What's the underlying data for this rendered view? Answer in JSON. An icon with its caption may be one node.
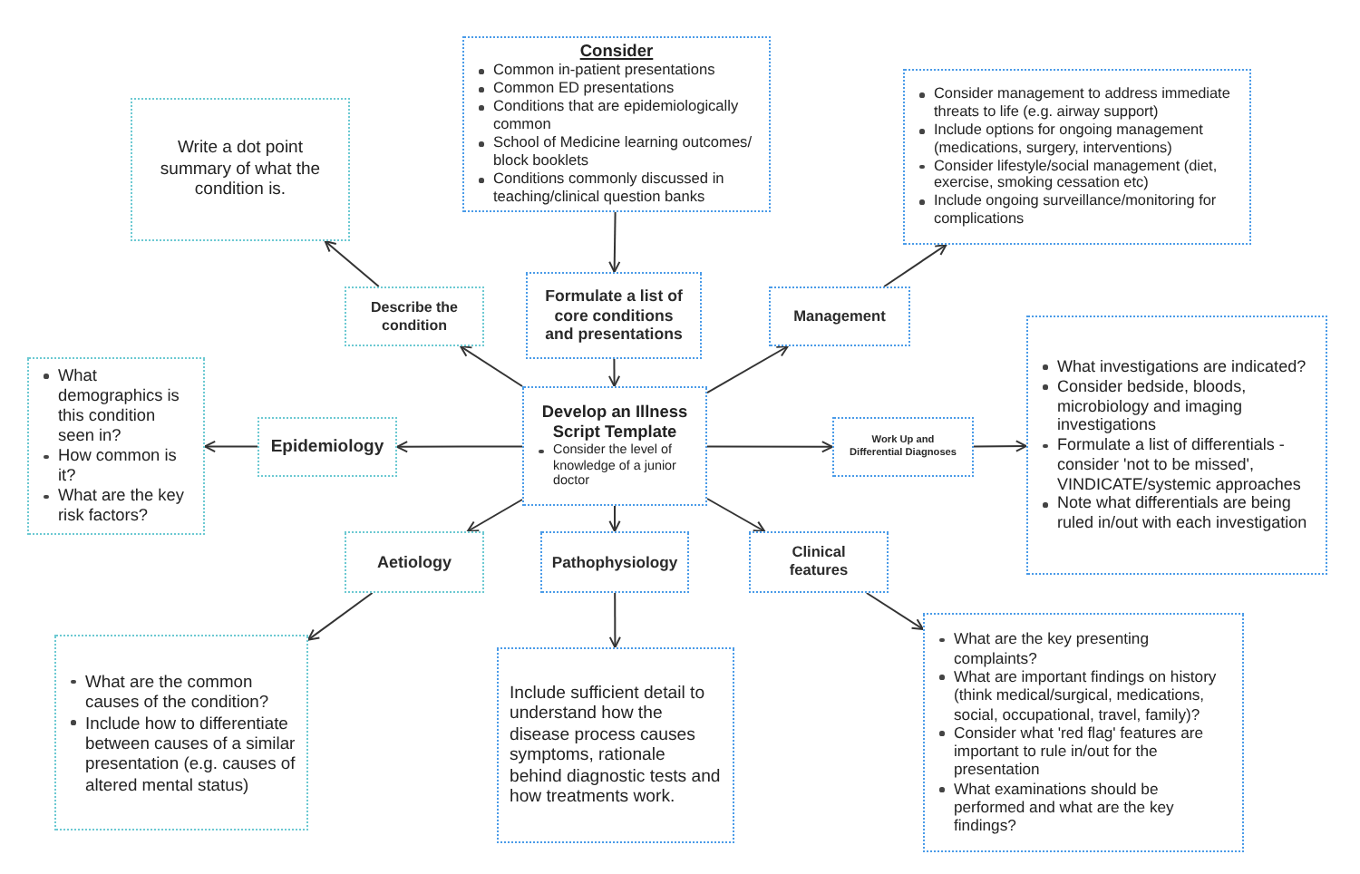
{
  "diagram": {
    "nodes": [
      {
        "text": [
          "Consider",
          "Common in-patient presentations",
          "Common ED presentations",
          "Conditions that are epidemiologically common",
          "School of Medicine learning outcomes/ block booklets",
          "Conditions commonly discussed in teaching/clinical question banks"
        ]
      },
      {
        "text": [
          "Write a dot point summary of what the condition is."
        ]
      },
      {
        "text": [
          "Formulate a list of core conditions and presentations"
        ]
      },
      {
        "text": [
          "Describe the condition"
        ]
      },
      {
        "text": [
          "Consider  management to address immediate threats to life (e.g. airway support)",
          "Include options for ongoing management (medications, surgery, interventions)",
          "Consider lifestyle/social management (diet, exercise, smoking cessation etc)",
          "Include ongoing surveillance/monitoring for complications"
        ]
      },
      {
        "text": [
          "Management"
        ]
      },
      {
        "text": [
          "Develop an Illness Script Template",
          "Consider the level of knowledge of a junior doctor"
        ]
      },
      {
        "text": [
          "What demographics is this condition seen in?",
          "How common is it?",
          "What are the key risk factors?"
        ]
      },
      {
        "text": [
          "Epidemiology"
        ]
      },
      {
        "text": [
          "Work Up and Differential Diagnoses"
        ]
      },
      {
        "text": [
          "What investigations are indicated?",
          "Consider bedside, bloods, microbiology and imaging investigations",
          "Formulate a list of differentials - consider 'not to be missed', VINDICATE/systemic approaches",
          "Note what differentials are being ruled in/out with each investigation"
        ]
      },
      {
        "text": [
          "Aetiology"
        ]
      },
      {
        "text": [
          "Pathophysiology"
        ]
      },
      {
        "text": [
          "Clinical features"
        ]
      },
      {
        "text": [
          "What are the common causes of the condition?",
          "Include how to differentiate between causes of a similar presentation (e.g. causes of altered mental status)"
        ]
      },
      {
        "text": [
          "Include sufficient detail to understand how the disease process causes symptoms, rationale behind diagnostic tests and how treatments work."
        ]
      },
      {
        "text": [
          "What are the key presenting complaints?",
          "What are important findings on history (think medical/surgical, medications, social, occupational, travel, family)?",
          "Consider what 'red flag' features are important to rule in/out for the presentation",
          "What examinations should be performed and what are the key findings?"
        ]
      }
    ],
    "edges": [
      {
        "from": 0,
        "to": 2,
        "arrow": "to"
      },
      {
        "from": 2,
        "to": 6,
        "arrow": "to"
      },
      {
        "from": 6,
        "to": 3,
        "arrow": "to"
      },
      {
        "from": 3,
        "to": 1,
        "arrow": "to"
      },
      {
        "from": 6,
        "to": 5,
        "arrow": "to"
      },
      {
        "from": 5,
        "to": 4,
        "arrow": "to"
      },
      {
        "from": 6,
        "to": 8,
        "arrow": "to"
      },
      {
        "from": 8,
        "to": 7,
        "arrow": "to"
      },
      {
        "from": 6,
        "to": 9,
        "arrow": "to"
      },
      {
        "from": 9,
        "to": 10,
        "arrow": "to"
      },
      {
        "from": 6,
        "to": 11,
        "arrow": "to"
      },
      {
        "from": 11,
        "to": 14,
        "arrow": "to"
      },
      {
        "from": 6,
        "to": 12,
        "arrow": "to"
      },
      {
        "from": 12,
        "to": 15,
        "arrow": "to"
      },
      {
        "from": 6,
        "to": 13,
        "arrow": "to"
      },
      {
        "from": 13,
        "to": 16,
        "arrow": "to"
      }
    ]
  }
}
